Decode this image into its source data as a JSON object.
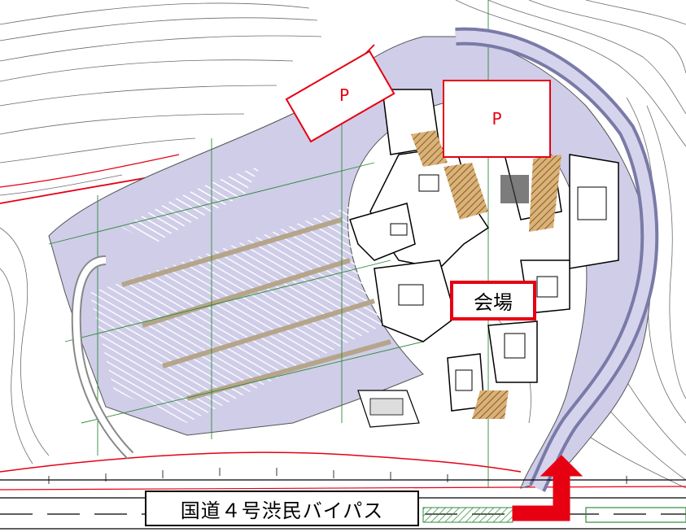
{
  "map": {
    "parking_label": "P",
    "venue_label": "会場",
    "road_label": "国道４号渋民バイパス",
    "colors": {
      "highlight_red": "#e60012",
      "site_fill": "#cfcde8",
      "contour": "#3a3a3a",
      "grid_green": "#2e8b3a",
      "building_hatch": "#b07a3c"
    },
    "icons": [
      "entrance-arrow-icon",
      "parking-sign-icon"
    ]
  }
}
